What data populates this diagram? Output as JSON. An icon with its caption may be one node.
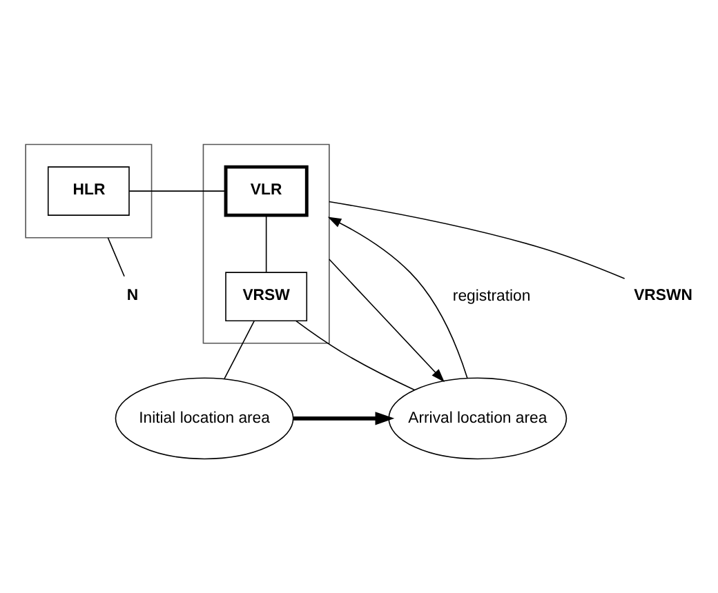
{
  "diagram": {
    "nodes": [
      {
        "text": [],
        "shape": "box"
      },
      {
        "text": [
          "HLR"
        ],
        "in": 0
      },
      {
        "text": [],
        "shape": "box"
      },
      {
        "text": [
          "VLR"
        ],
        "in": 2
      },
      {
        "text": [
          "VRSW"
        ],
        "in": 2
      },
      {
        "text": [
          "Initial location area"
        ]
      },
      {
        "text": [
          "Arrival location area"
        ]
      },
      {
        "text": [
          "N"
        ]
      },
      {
        "text": [
          "VRSWN"
        ]
      }
    ],
    "edges": [
      {
        "from": 1,
        "to": 3,
        "arrow": "none"
      },
      {
        "from": 3,
        "to": 4,
        "arrow": "none"
      },
      {
        "from": 4,
        "to": 5,
        "arrow": "none"
      },
      {
        "from": 4,
        "to": 6,
        "arrow": "none"
      },
      {
        "from": 2,
        "to": 6,
        "arrow": "to"
      },
      {
        "from": 6,
        "to": 2,
        "arrow": "to",
        "label": "registration"
      },
      {
        "from": 5,
        "to": 6,
        "arrow": "to",
        "style": "thick"
      },
      {
        "from": 7,
        "to": 0,
        "arrow": "none"
      },
      {
        "from": 8,
        "to": 2,
        "arrow": "none"
      }
    ]
  }
}
